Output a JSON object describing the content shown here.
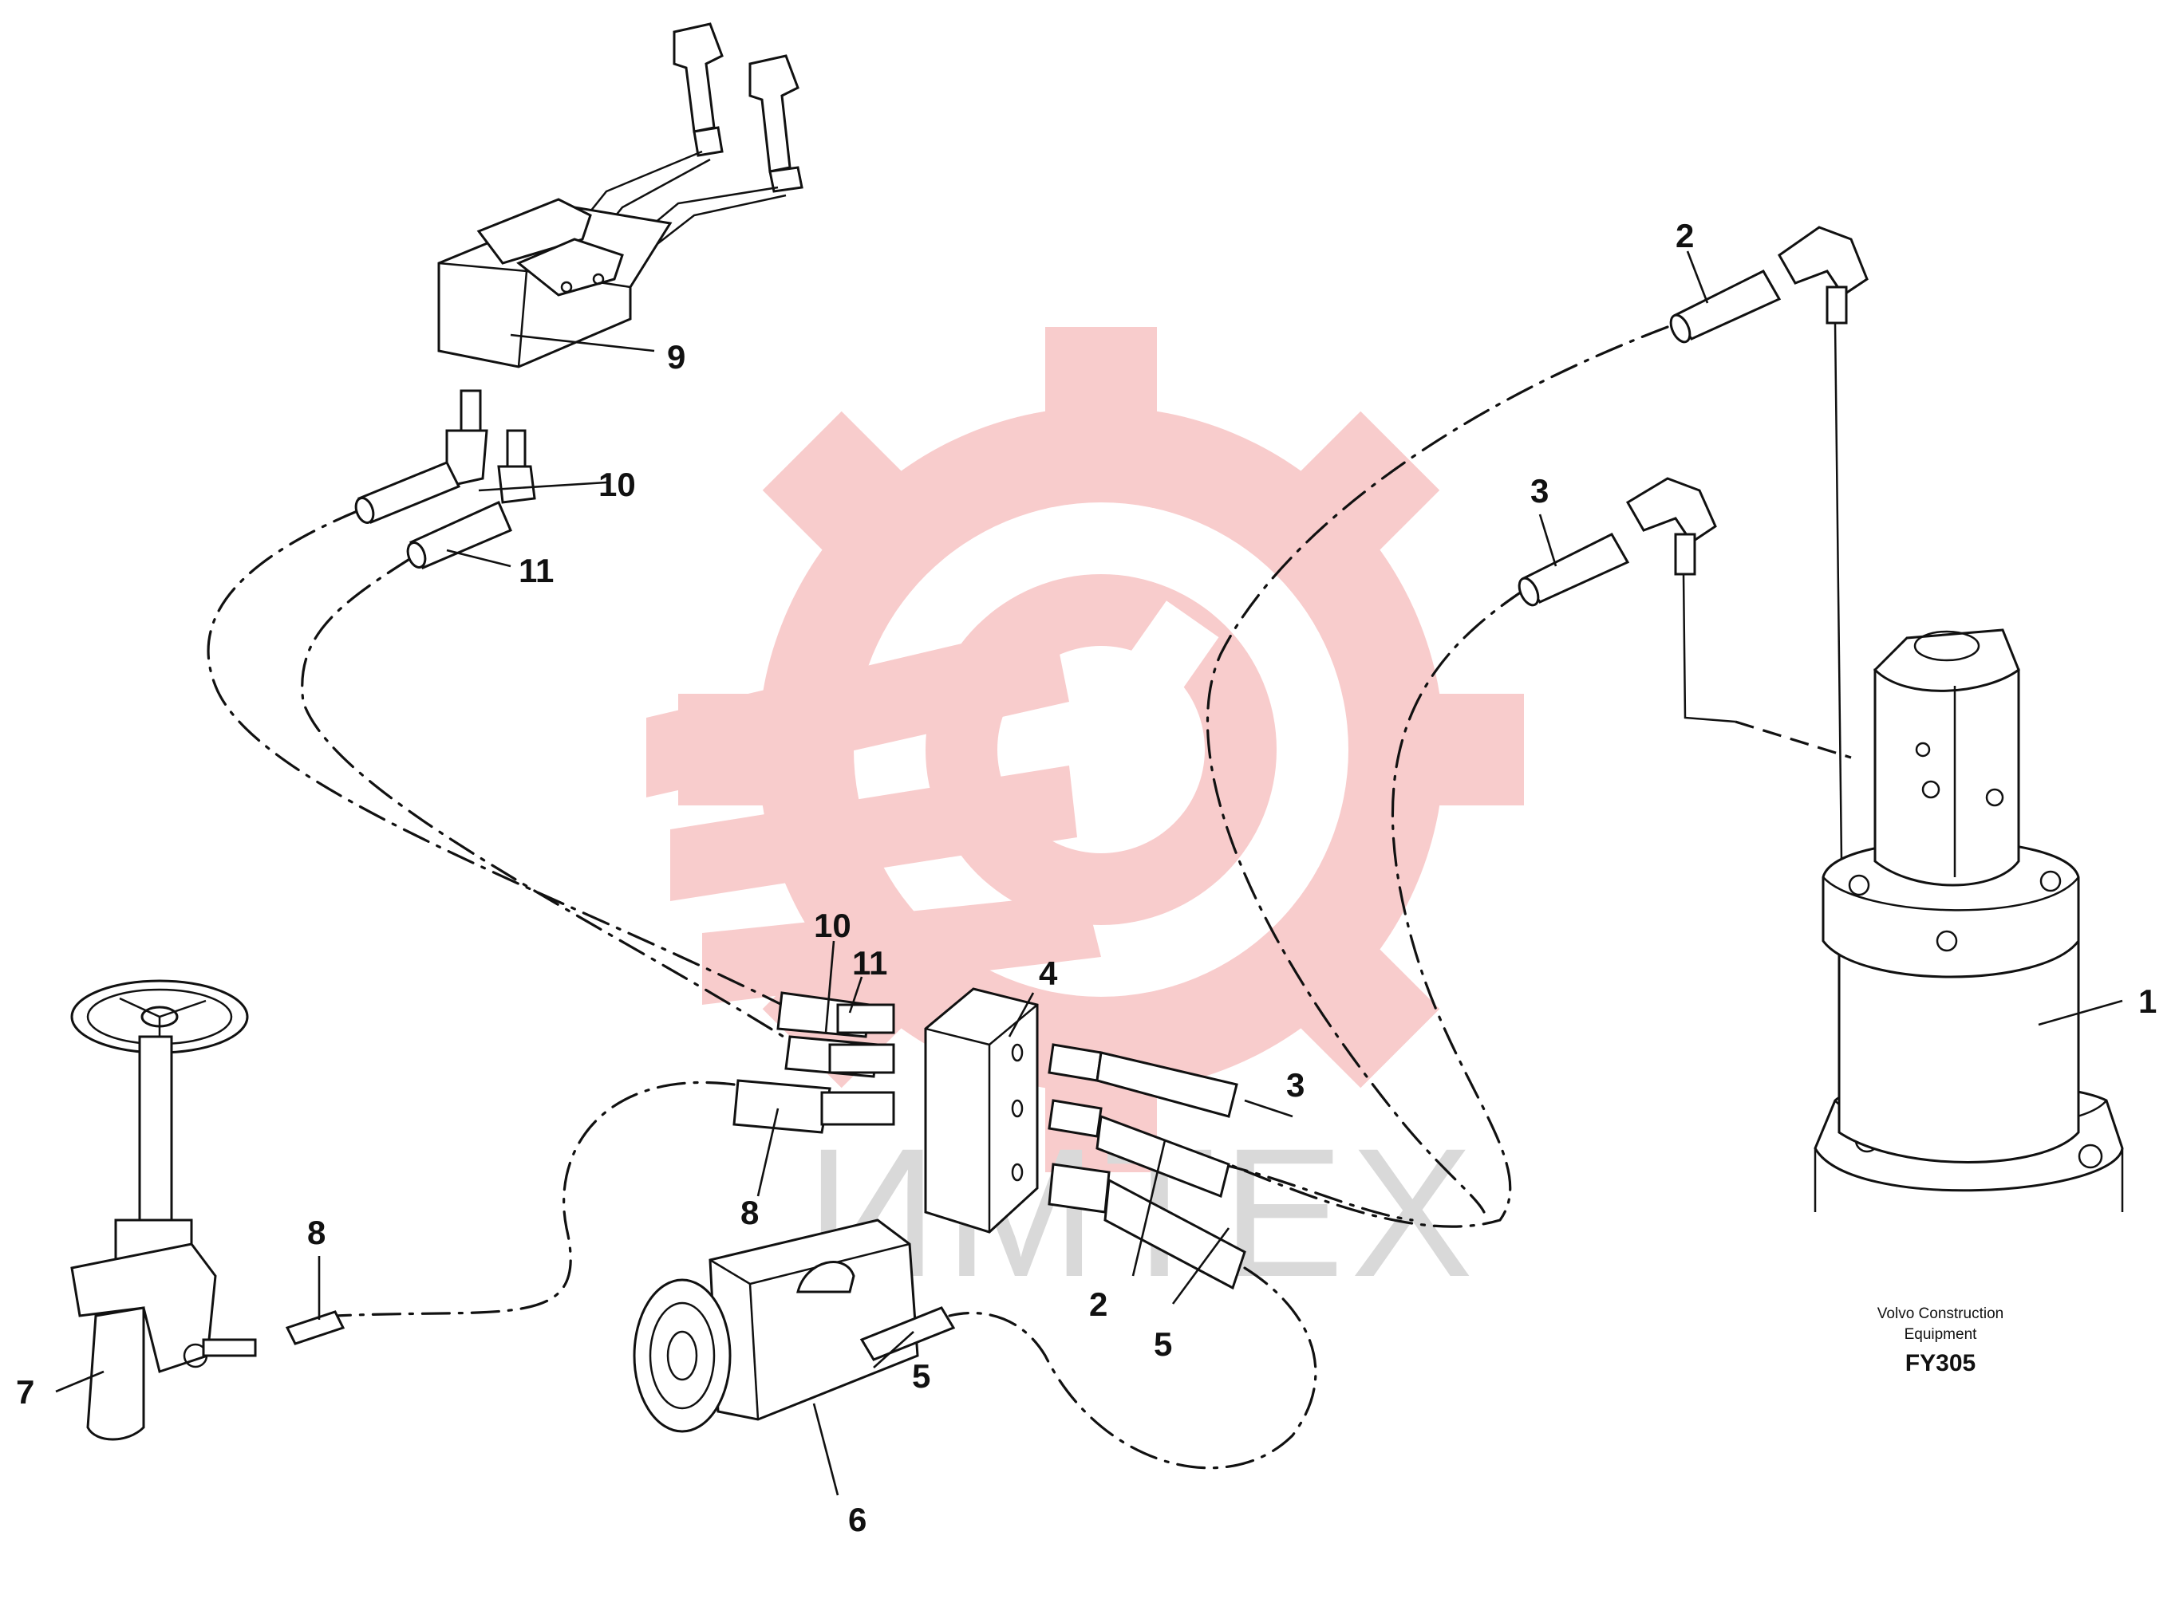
{
  "diagram": {
    "callouts": [
      {
        "id": "c1",
        "label": "1"
      },
      {
        "id": "c2a",
        "label": "2"
      },
      {
        "id": "c2b",
        "label": "2"
      },
      {
        "id": "c3a",
        "label": "3"
      },
      {
        "id": "c3b",
        "label": "3"
      },
      {
        "id": "c4",
        "label": "4"
      },
      {
        "id": "c5a",
        "label": "5"
      },
      {
        "id": "c5b",
        "label": "5"
      },
      {
        "id": "c6",
        "label": "6"
      },
      {
        "id": "c7",
        "label": "7"
      },
      {
        "id": "c8a",
        "label": "8"
      },
      {
        "id": "c8b",
        "label": "8"
      },
      {
        "id": "c9",
        "label": "9"
      },
      {
        "id": "c10a",
        "label": "10"
      },
      {
        "id": "c10b",
        "label": "10"
      },
      {
        "id": "c11a",
        "label": "11"
      },
      {
        "id": "c11b",
        "label": "11"
      }
    ],
    "credit_line1": "Volvo Construction",
    "credit_line2": "Equipment",
    "drawing_code": "FY305",
    "watermark_text": "ИМТЕХ",
    "watermark_color": "#f2a3a3"
  }
}
